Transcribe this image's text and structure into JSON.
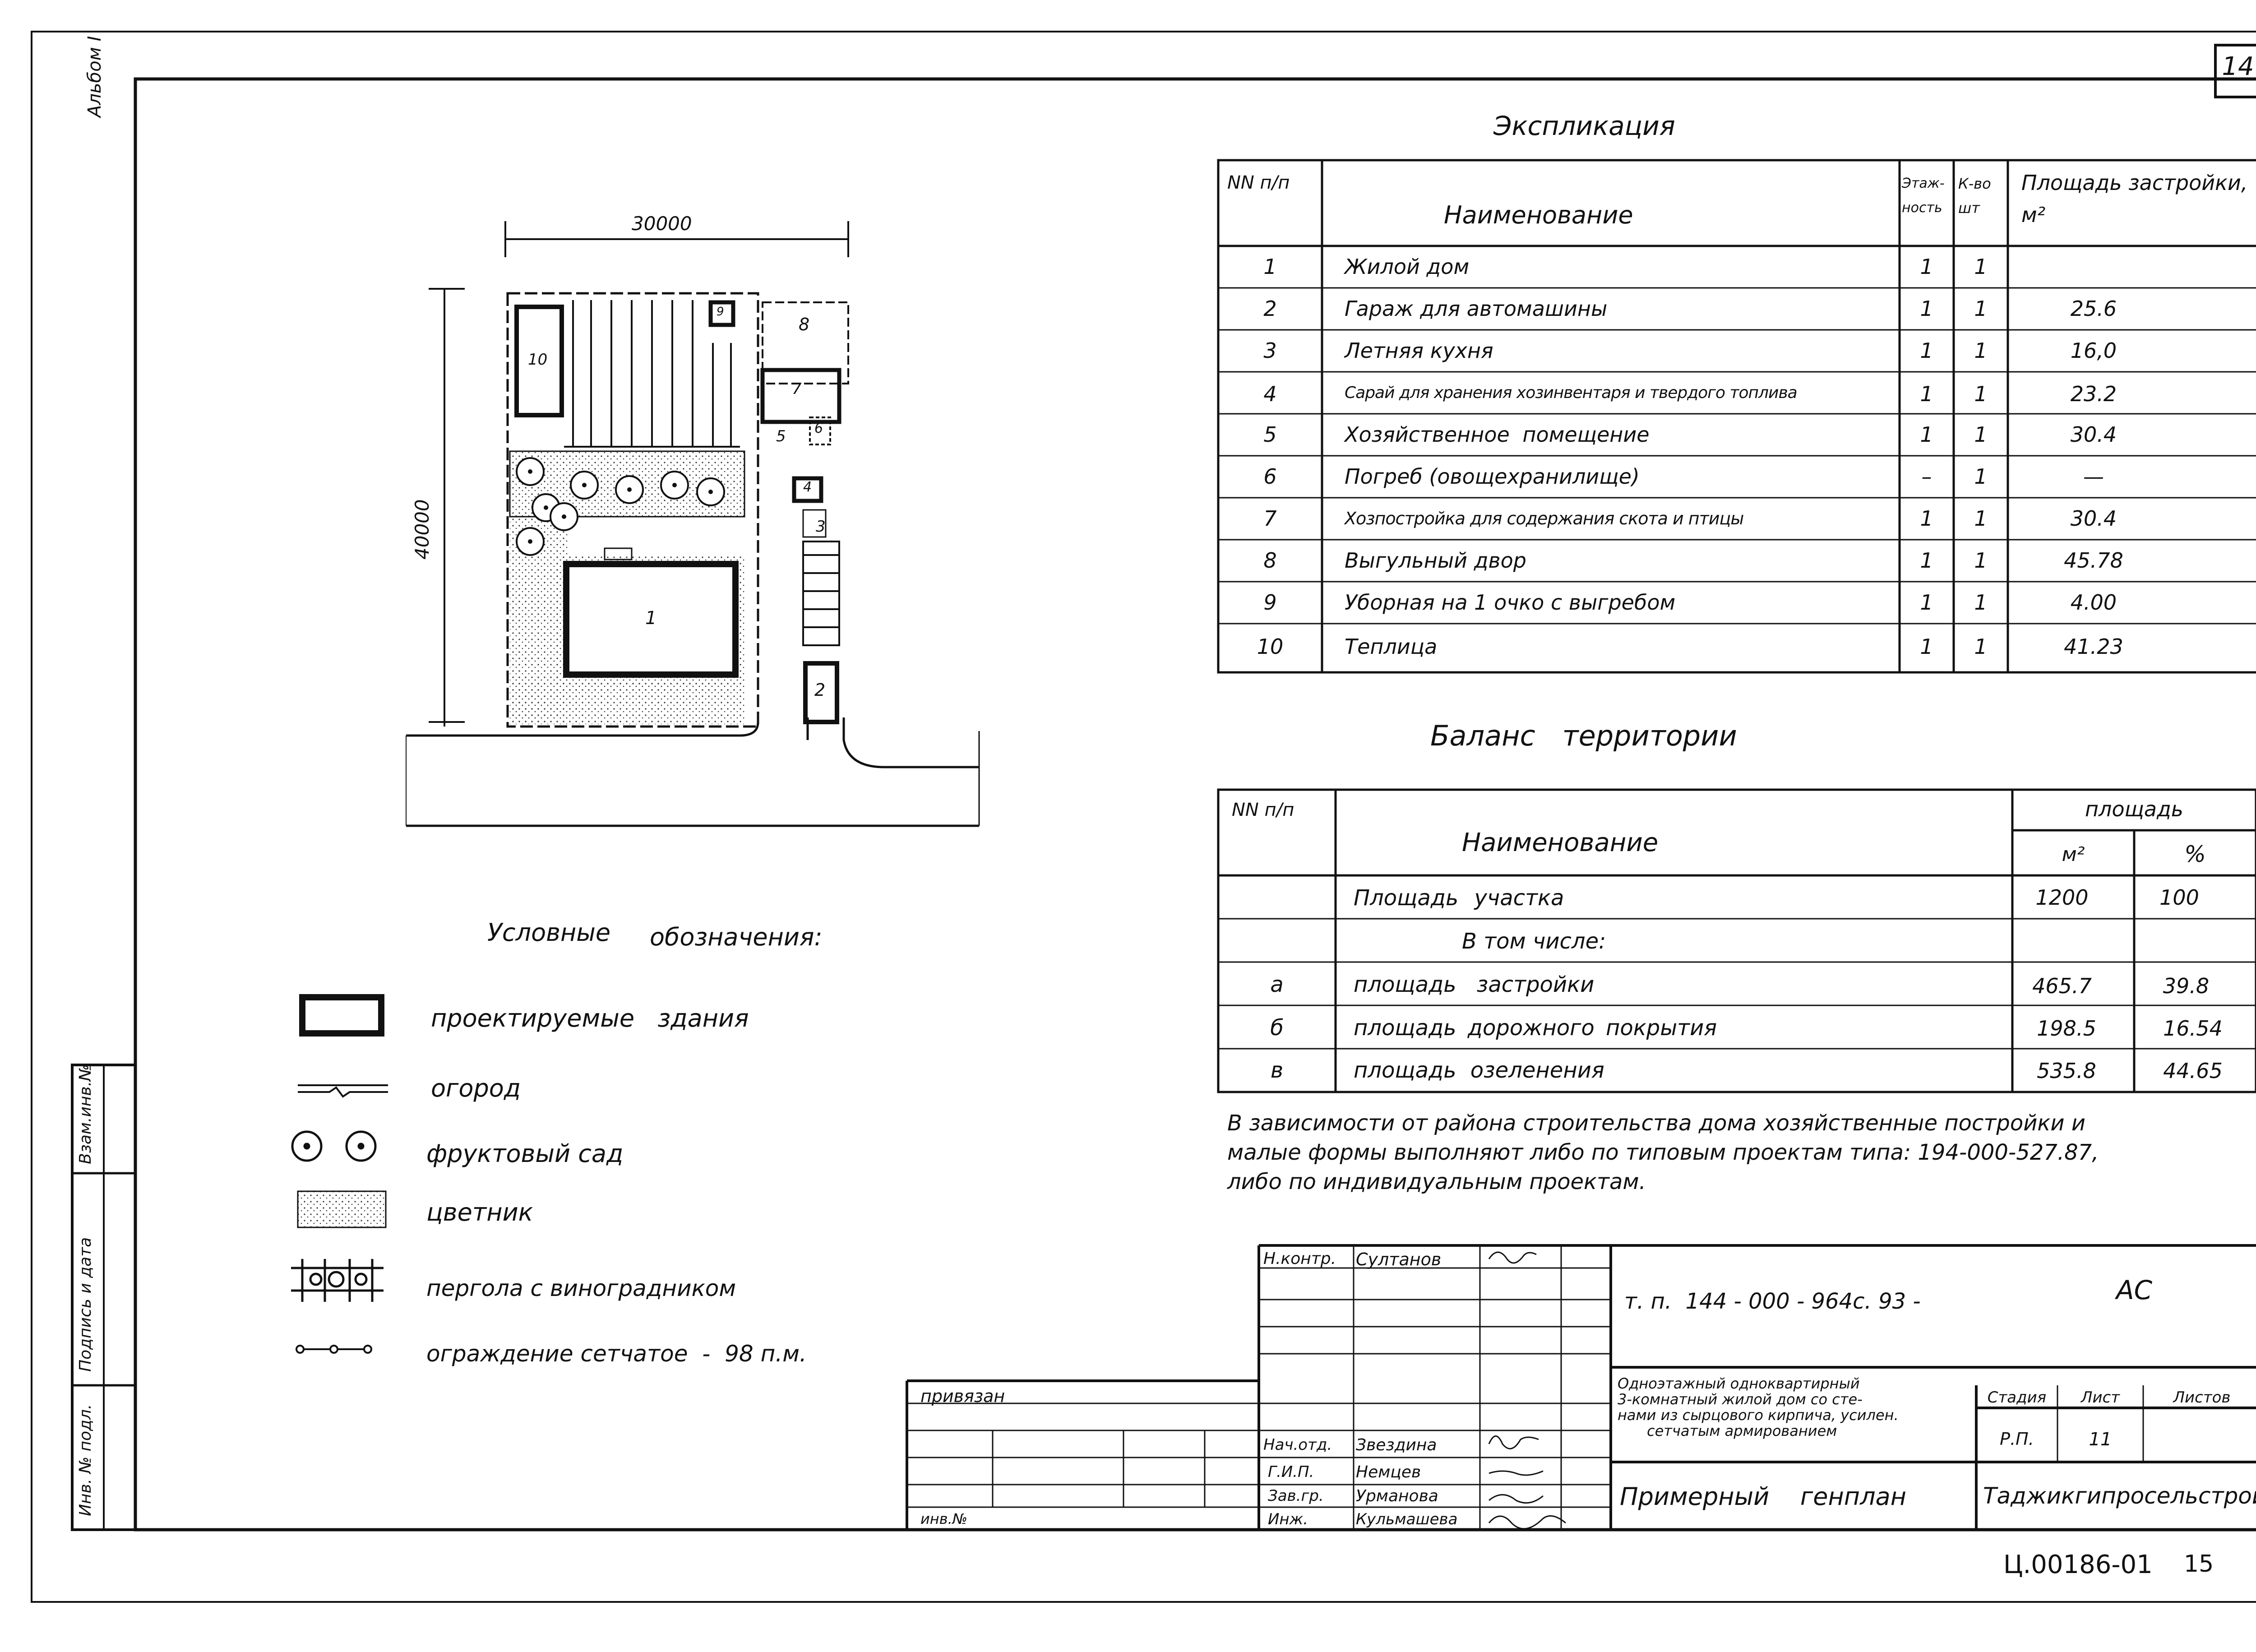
{
  "sheet": {
    "album": "Альбом I",
    "page_number": "14",
    "doc_code": "Ц.00186-01",
    "footer_page": "15"
  },
  "plan": {
    "dim_width": "30000",
    "dim_height": "40000",
    "labels": [
      "1",
      "2",
      "3",
      "4",
      "5",
      "6",
      "7",
      "8",
      "9",
      "10"
    ]
  },
  "explication": {
    "title": "Экспликация",
    "headers": {
      "num": "NN п/п",
      "name": "Наименование",
      "floors": "Этаж-ность",
      "count": "К-во шт",
      "area": "Площадь застройки, м²"
    },
    "rows": [
      {
        "num": "1",
        "name": "Жилой дом",
        "floors": "1",
        "count": "1",
        "area": ""
      },
      {
        "num": "2",
        "name": "Гараж для автомашины",
        "floors": "1",
        "count": "1",
        "area": "25.6"
      },
      {
        "num": "3",
        "name": "Летняя кухня",
        "floors": "1",
        "count": "1",
        "area": "16,0"
      },
      {
        "num": "4",
        "name": "Сарай для хранения хозинвентаря и твердого топлива",
        "floors": "1",
        "count": "1",
        "area": "23.2"
      },
      {
        "num": "5",
        "name": "Хозяйственное помещение",
        "floors": "1",
        "count": "1",
        "area": "30.4"
      },
      {
        "num": "6",
        "name": "Погреб (овощехранилище)",
        "floors": "–",
        "count": "1",
        "area": "—"
      },
      {
        "num": "7",
        "name": "Хозпостройка для содержания скота и птицы",
        "floors": "1",
        "count": "1",
        "area": "30.4"
      },
      {
        "num": "8",
        "name": "Выгульный двор",
        "floors": "1",
        "count": "1",
        "area": "45.78"
      },
      {
        "num": "9",
        "name": "Уборная на 1 очко с выгребом",
        "floors": "1",
        "count": "1",
        "area": "4.00"
      },
      {
        "num": "10",
        "name": "Теплица",
        "floors": "1",
        "count": "1",
        "area": "41.23"
      }
    ]
  },
  "balance": {
    "title": "Баланс территории",
    "headers": {
      "num": "NN п/п",
      "name": "Наименование",
      "area": "площадь",
      "m2": "м²",
      "pct": "%"
    },
    "rows": [
      {
        "num": "",
        "name": "Площадь участка",
        "m2": "1200",
        "pct": "100"
      },
      {
        "num": "",
        "name": "В том числе:",
        "m2": "",
        "pct": ""
      },
      {
        "num": "а",
        "name": "площадь застройки",
        "m2": "465.7",
        "pct": "39.8"
      },
      {
        "num": "б",
        "name": "площадь дорожного покрытия",
        "m2": "198.5",
        "pct": "16.54"
      },
      {
        "num": "в",
        "name": "площадь озеленения",
        "m2": "535.8",
        "pct": "44.65"
      }
    ]
  },
  "note": [
    "В зависимости от района строительства дома хозяйственные постройки и",
    "малые формы выполняют либо по типовым проектам типа: 194-000-527.87,",
    "либо по индивидуальным проектам."
  ],
  "legend": {
    "title_a": "Условные",
    "title_b": "обозначения:",
    "items": [
      {
        "icon": "building-icon",
        "label": "проектируемые   здания"
      },
      {
        "icon": "garden-icon",
        "label": "огород"
      },
      {
        "icon": "orchard-icon",
        "label": "фруктовый сад"
      },
      {
        "icon": "flowerbed-icon",
        "label": "цветник"
      },
      {
        "icon": "pergola-icon",
        "label": "пергола с виноградником"
      },
      {
        "icon": "fence-icon",
        "label": "ограждение сетчатое  -  98 п.м."
      }
    ]
  },
  "side_stamp": [
    "Инв. № подл.",
    "Подпись и дата",
    "Взам.инв.№"
  ],
  "title_block": {
    "privyazan": "привязан",
    "inv": "инв.№",
    "designation": "т. п.  144 - 000 - 964с. 93 -",
    "sheet_code": "АС",
    "description": [
      "Одноэтажный одноквартирный",
      "3-комнатный жилой дом со сте-",
      "нами из сырцового кирпича, усилен.",
      "сетчатым армированием"
    ],
    "drawing_title": "Примерный    генплан",
    "stage_label": "Стадия",
    "sheet_label": "Лист",
    "sheets_label": "Листов",
    "stage": "Р.П.",
    "sheet": "11",
    "organization": "Таджикгипросельстрой",
    "staff": [
      {
        "role": "Н.контр.",
        "name": "Султанов"
      },
      {
        "role": "Нач.отд.",
        "name": "Звездина"
      },
      {
        "role": "Г.И.П.",
        "name": "Немцев"
      },
      {
        "role": "Зав.гр.",
        "name": "Урманова"
      },
      {
        "role": "Инж.",
        "name": "Кульмашева"
      }
    ]
  }
}
